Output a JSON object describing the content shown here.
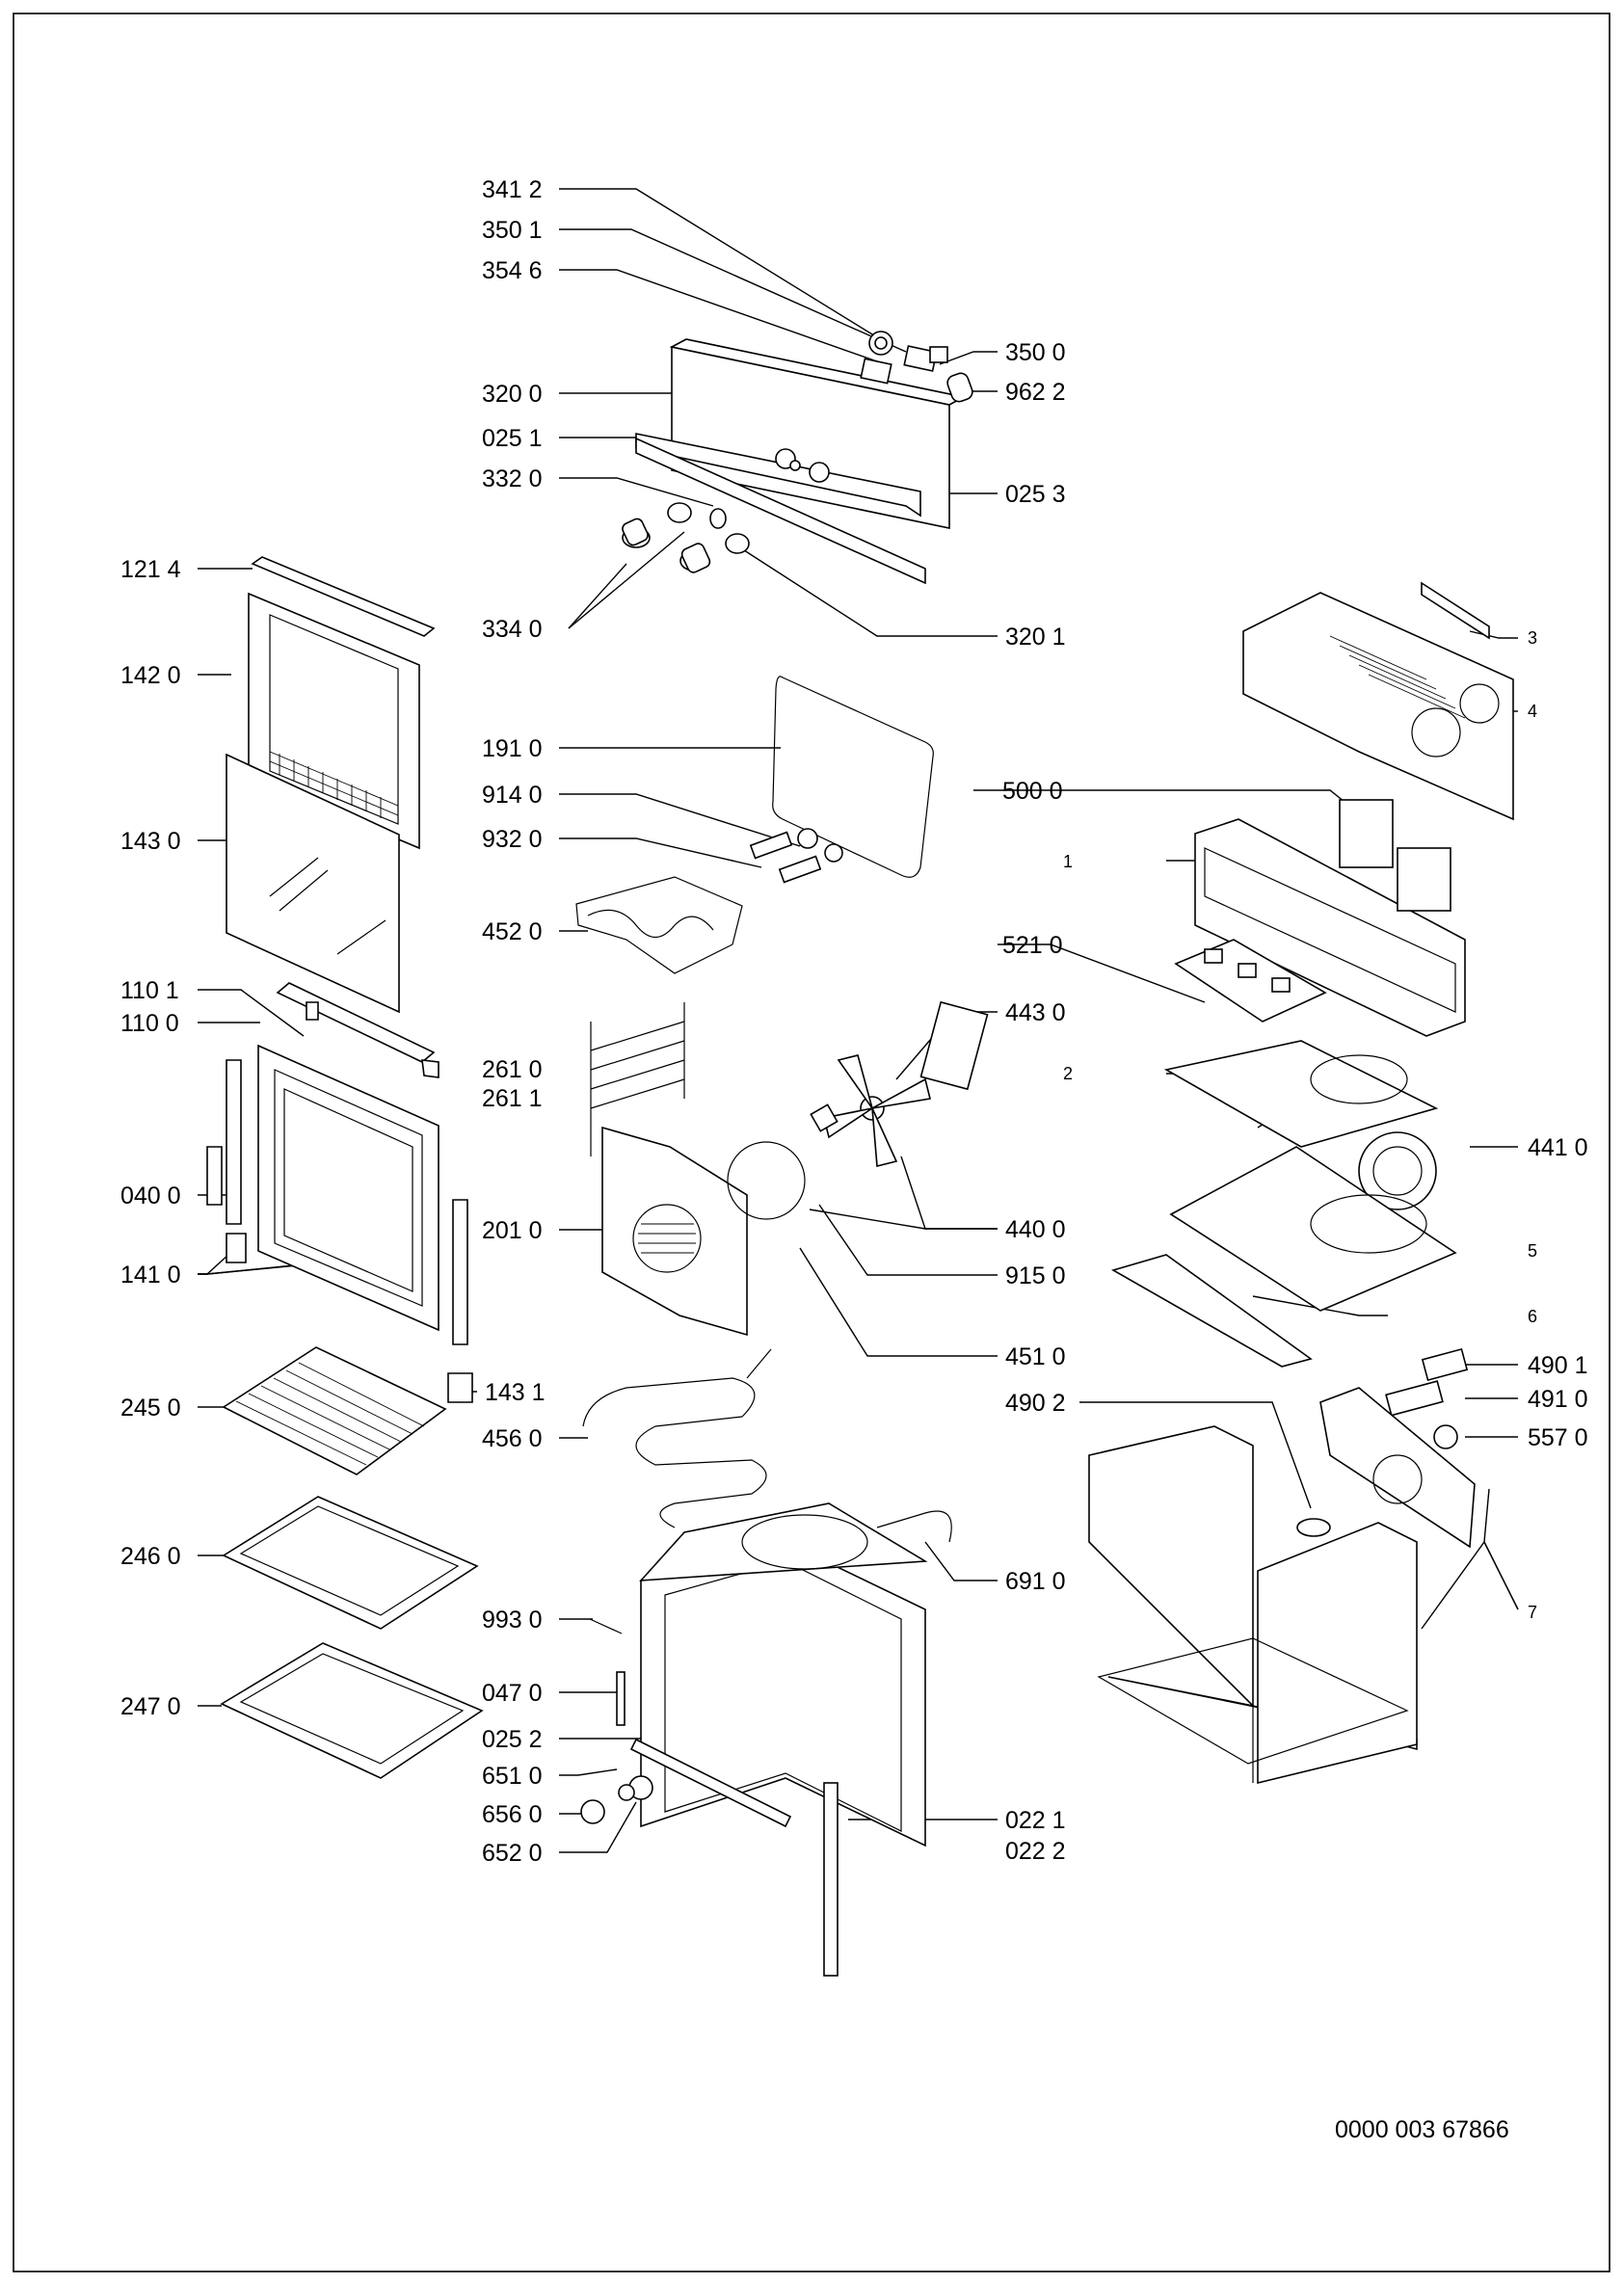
{
  "doc_number": "0000 003 67866",
  "labels": {
    "l_3412": "341 2",
    "l_3501": "350 1",
    "l_3546": "354 6",
    "l_3500": "350 0",
    "l_9622": "962 2",
    "l_3200": "320 0",
    "l_0251": "025 1",
    "l_0253": "025 3",
    "l_3320": "332 0",
    "l_3340": "334 0",
    "l_3201": "320 1",
    "l_1214": "121 4",
    "l_1420": "142 0",
    "l_1430": "143 0",
    "l_1910": "191 0",
    "l_9140": "914 0",
    "l_9320": "932 0",
    "l_4520": "452 0",
    "l_1101": "110 1",
    "l_1100": "110 0",
    "l_2610": "261 0",
    "l_2611": "261 1",
    "l_0400": "040 0",
    "l_2010": "201 0",
    "l_1410": "141 0",
    "l_4430": "443 0",
    "l_4400": "440 0",
    "l_9150": "915 0",
    "l_4510": "451 0",
    "l_1431": "143 1",
    "l_2450": "245 0",
    "l_4560": "456 0",
    "l_2460": "246 0",
    "l_9930": "993 0",
    "l_6910": "691 0",
    "l_0470": "047 0",
    "l_2470": "247 0",
    "l_0252": "025 2",
    "l_6510": "651 0",
    "l_6560": "656 0",
    "l_6520": "652 0",
    "l_0221": "022 1",
    "l_0222": "022 2",
    "l_5000": "500 0",
    "l_5210": "521 0",
    "l_4410": "441 0",
    "l_4901": "490 1",
    "l_4902": "490 2",
    "l_4910": "491 0",
    "l_5570": "557 0",
    "n_1": "1",
    "n_2": "2",
    "n_3": "3",
    "n_4": "4",
    "n_5": "5",
    "n_6": "6",
    "n_7": "7"
  }
}
